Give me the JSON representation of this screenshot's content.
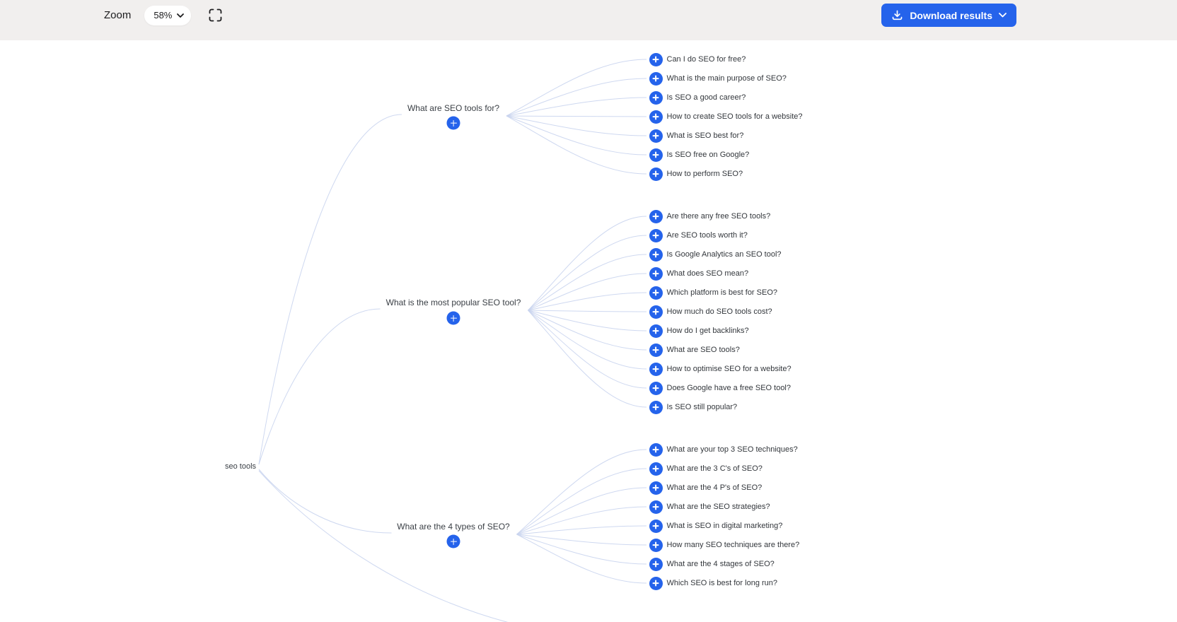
{
  "toolbar": {
    "zoom_label": "Zoom",
    "zoom_value": "58%",
    "download_button": "Download results"
  },
  "icons": {
    "zoom_dropdown": "chevron-down-icon",
    "fit_screen": "fullscreen-icon",
    "download": "download-icon",
    "download_menu": "chevron-down-icon",
    "expand_node": "plus-icon"
  },
  "colors": {
    "accent": "#2563eb",
    "connector": "#c9d4ee",
    "toolbar-bg": "#f1efee",
    "text": "#3a3f46"
  },
  "tree": {
    "root_label": "seo tools",
    "branches": [
      {
        "label": "What are SEO tools for?",
        "children": [
          "Can I do SEO for free?",
          "What is the main purpose of SEO?",
          "Is SEO a good career?",
          "How to create SEO tools for a website?",
          "What is SEO best for?",
          "Is SEO free on Google?",
          "How to perform SEO?"
        ]
      },
      {
        "label": "What is the most popular SEO tool?",
        "children": [
          "Are there any free SEO tools?",
          "Are SEO tools worth it?",
          "Is Google Analytics an SEO tool?",
          "What does SEO mean?",
          "Which platform is best for SEO?",
          "How much do SEO tools cost?",
          "How do I get backlinks?",
          "What are SEO tools?",
          "How to optimise SEO for a website?",
          "Does Google have a free SEO tool?",
          "Is SEO still popular?"
        ]
      },
      {
        "label": "What are the 4 types of SEO?",
        "children": [
          "What are your top 3 SEO techniques?",
          "What are the 3 C's of SEO?",
          "What are the 4 P's of SEO?",
          "What are the SEO strategies?",
          "What is SEO in digital marketing?",
          "How many SEO techniques are there?",
          "What are the 4 stages of SEO?",
          "Which SEO is best for long run?"
        ]
      }
    ]
  }
}
